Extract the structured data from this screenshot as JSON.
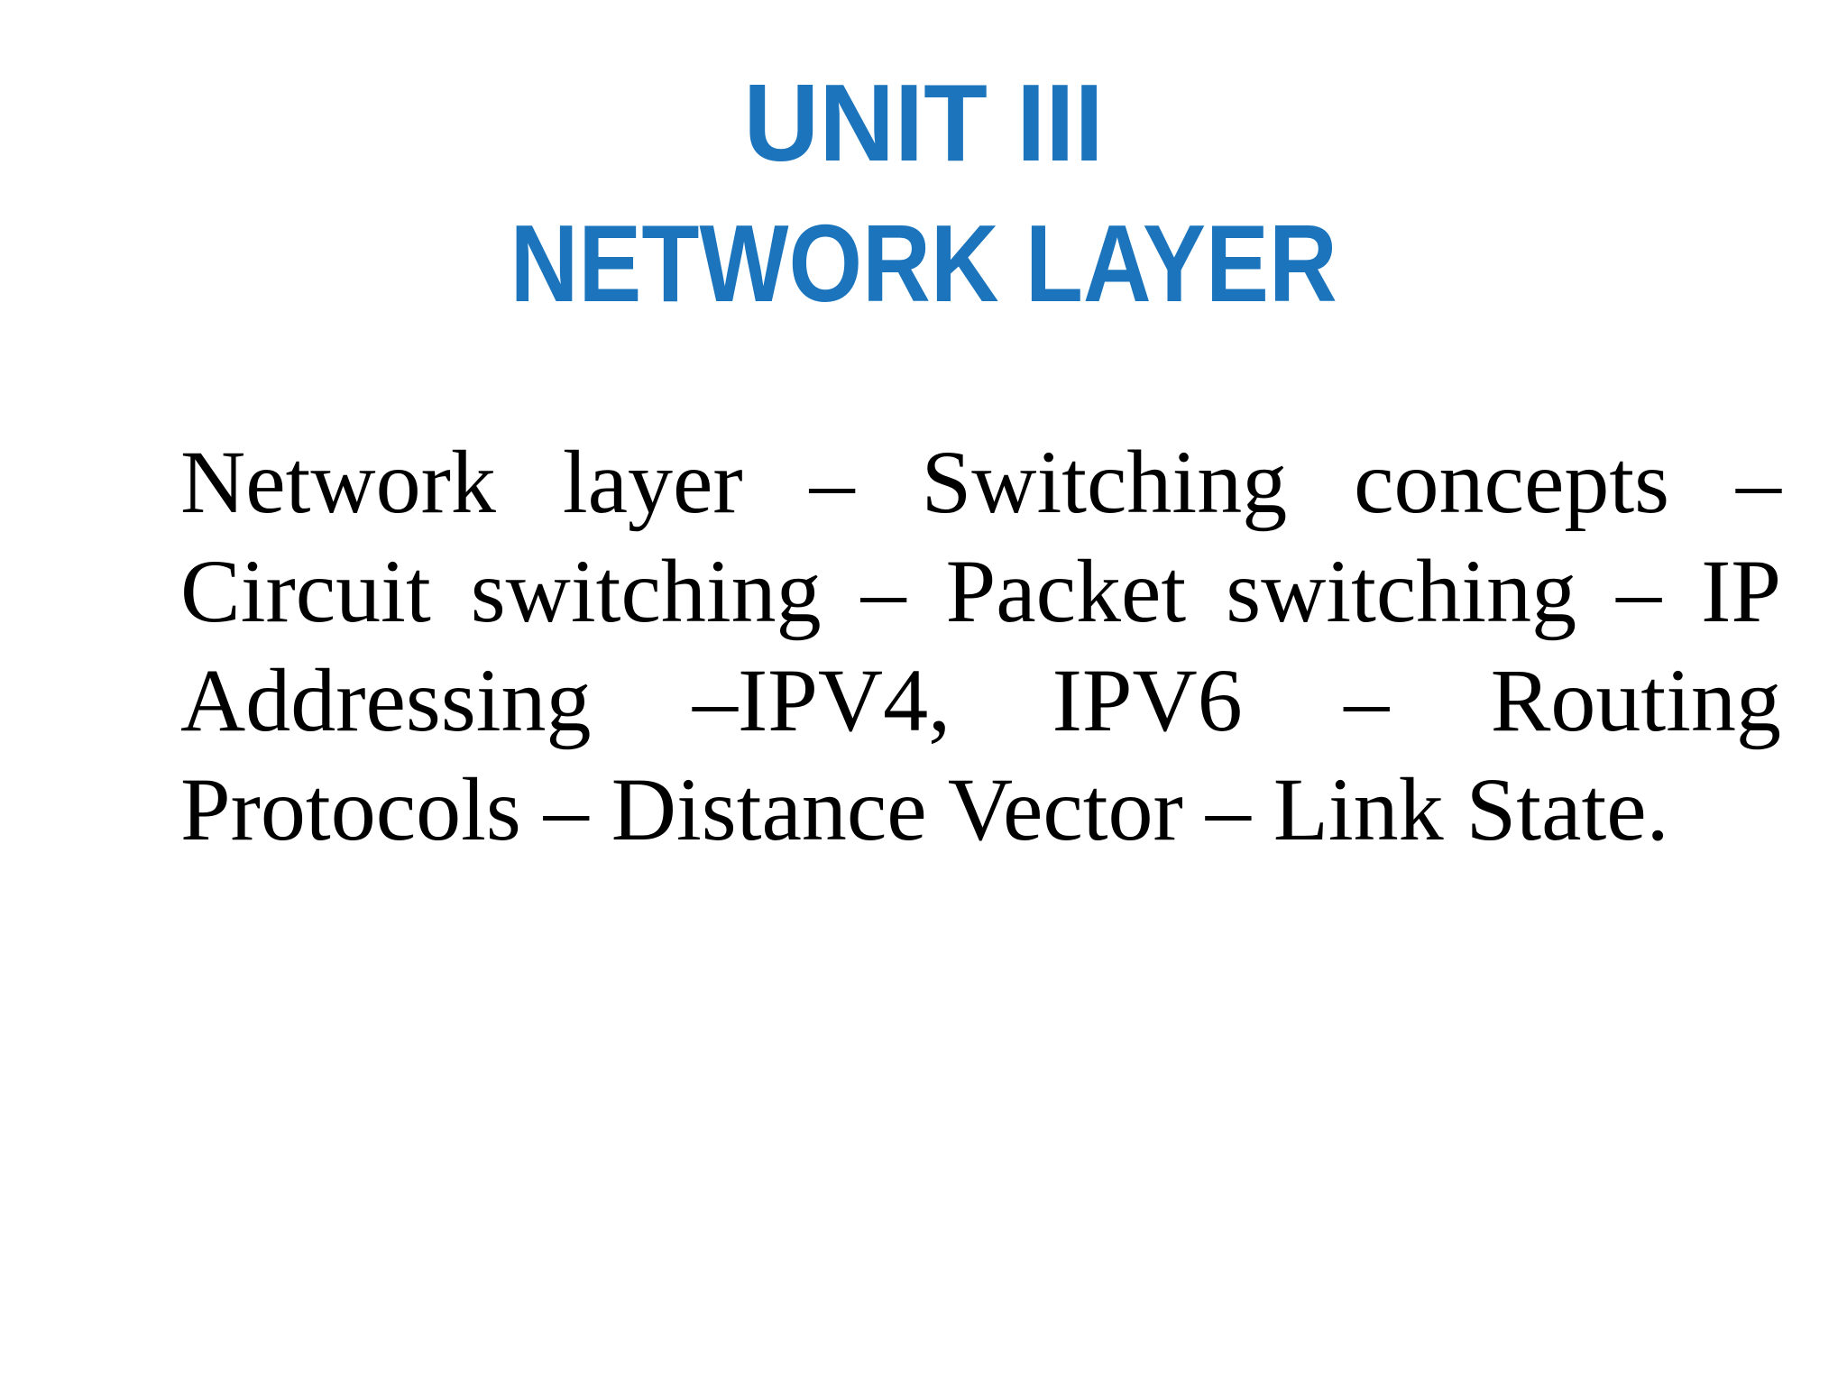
{
  "slide": {
    "background_color": "#FFFFFF",
    "kind": "presentation-slide"
  },
  "title": {
    "line1": "UNIT III",
    "line2": "NETWORK LAYER",
    "color": "#1B74BC"
  },
  "body": {
    "color": "#000000",
    "text": "Network layer – Switching concepts – Circuit switching – Packet switching – IP Addressing –IPV4, IPV6 – Routing Protocols – Distance Vector – Link State.",
    "lines": [
      "Network layer – Switching concepts –",
      "Circuit switching – Packet switching – IP",
      "Addressing –IPV4, IPV6 – Routing",
      "Protocols – Distance Vector – Link State."
    ]
  }
}
